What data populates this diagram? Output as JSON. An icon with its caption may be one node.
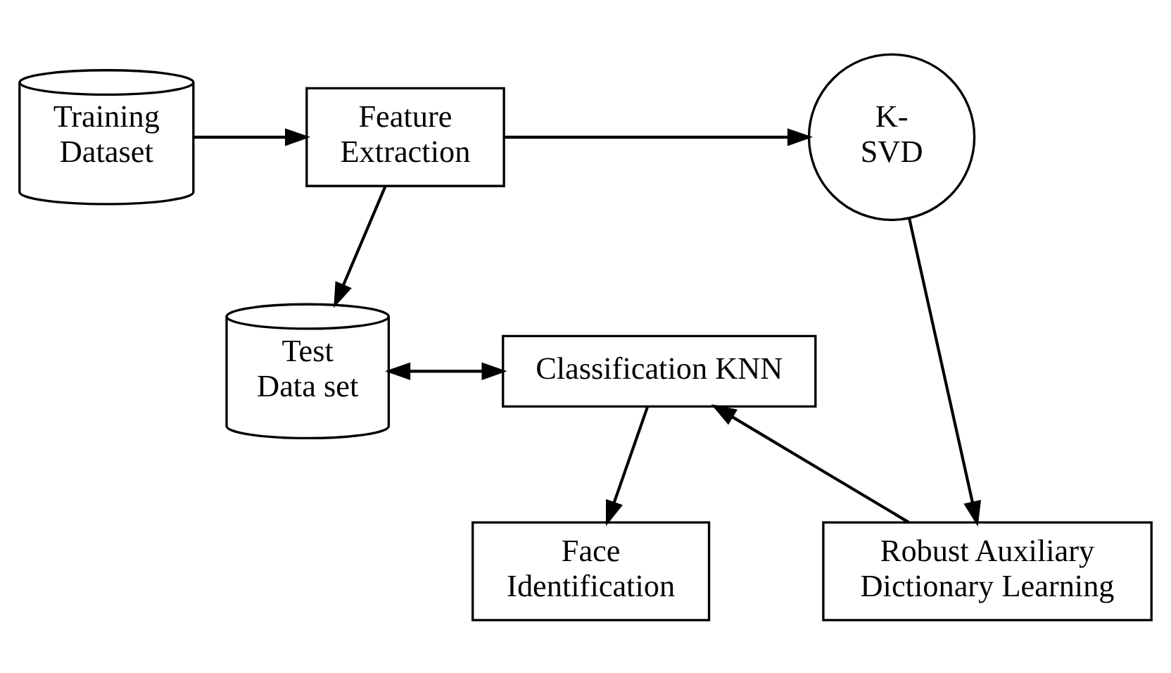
{
  "diagram": {
    "nodes": [
      {
        "text": [
          "Training Dataset"
        ]
      },
      {
        "text": [
          "Feature Extraction"
        ]
      },
      {
        "text": [
          "K- SVD"
        ]
      },
      {
        "text": [
          "Robust Auxiliary Dictionary Learning"
        ]
      },
      {
        "text": [
          "Face Identification"
        ]
      },
      {
        "text": [
          "Test Data set"
        ]
      },
      {
        "text": [
          "Classification KNN"
        ]
      }
    ],
    "edges": [
      {
        "from": 0,
        "to": 1,
        "arrow": "to"
      },
      {
        "from": 1,
        "to": 2,
        "arrow": "to"
      },
      {
        "from": 2,
        "to": 3,
        "arrow": "to"
      },
      {
        "from": 1,
        "to": 5,
        "arrow": "to"
      },
      {
        "from": 3,
        "to": 6,
        "arrow": "to"
      },
      {
        "from": 5,
        "to": 6,
        "arrow": "both"
      },
      {
        "from": 6,
        "to": 4,
        "arrow": "to"
      }
    ]
  }
}
